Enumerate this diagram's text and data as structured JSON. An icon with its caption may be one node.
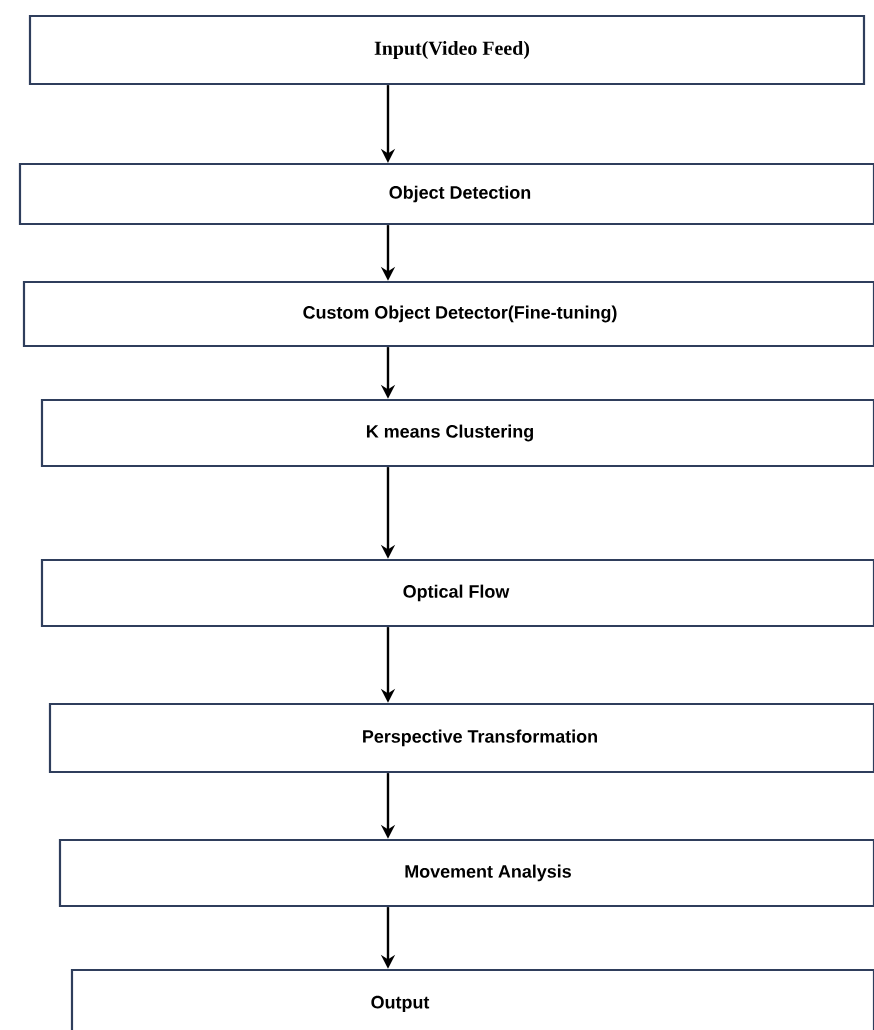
{
  "diagram": {
    "nodes": [
      {
        "text": [
          "Input(Video Feed)"
        ]
      },
      {
        "text": [
          "Object Detection"
        ]
      },
      {
        "text": [
          "Custom Object Detector(Fine-tuning)"
        ]
      },
      {
        "text": [
          "K means Clustering"
        ]
      },
      {
        "text": [
          "Optical Flow"
        ]
      },
      {
        "text": [
          "Perspective Transformation"
        ]
      },
      {
        "text": [
          "Movement Analysis"
        ]
      },
      {
        "text": [
          "Output"
        ]
      }
    ],
    "edges": [
      {
        "from": 0,
        "to": 1,
        "arrow": "to"
      },
      {
        "from": 1,
        "to": 2,
        "arrow": "to"
      },
      {
        "from": 2,
        "to": 3,
        "arrow": "to"
      },
      {
        "from": 3,
        "to": 4,
        "arrow": "to"
      },
      {
        "from": 4,
        "to": 5,
        "arrow": "to"
      },
      {
        "from": 5,
        "to": 6,
        "arrow": "to"
      },
      {
        "from": 6,
        "to": 7,
        "arrow": "to"
      }
    ]
  }
}
